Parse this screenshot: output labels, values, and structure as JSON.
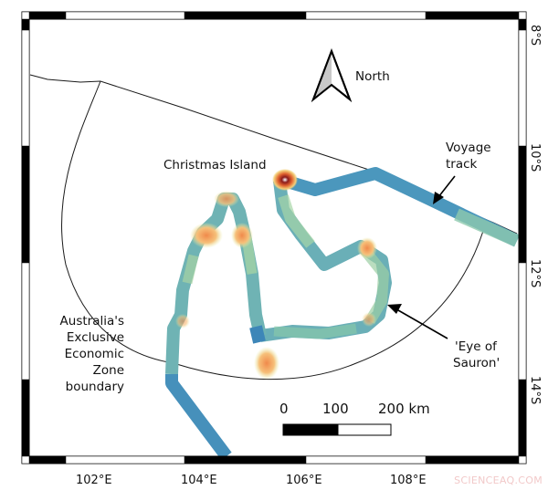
{
  "map": {
    "colors": {
      "frame": "#000000",
      "background": "#ffffff",
      "eez_line": "#1a1a1a",
      "track_deep": "#3f8fb8",
      "track_mid": "#7ec3b0",
      "track_shallow": "#c8e6a0",
      "track_high": "#f4a45c",
      "track_peak": "#c0392b"
    },
    "axes": {
      "longitude_labels": [
        "102°E",
        "104°E",
        "106°E",
        "108°E"
      ],
      "latitude_labels": [
        "8°S",
        "10°S",
        "12°S",
        "14°S"
      ]
    },
    "north_arrow": {
      "icon": "north-arrow-icon",
      "label": "North"
    },
    "annotations": {
      "christmas_island": "Christmas Island",
      "voyage_track_line1": "Voyage",
      "voyage_track_line2": "track",
      "eye_of_sauron_line1": "'Eye of",
      "eye_of_sauron_line2": "Sauron'",
      "eez_line1": "Australia's",
      "eez_line2": "Exclusive",
      "eez_line3": "Economic",
      "eez_line4": "Zone",
      "eez_line5": "boundary"
    },
    "scale_bar": {
      "label_0": "0",
      "label_100": "100",
      "label_200": "200 km"
    },
    "watermark": "SCIENCEAQ.COM"
  }
}
